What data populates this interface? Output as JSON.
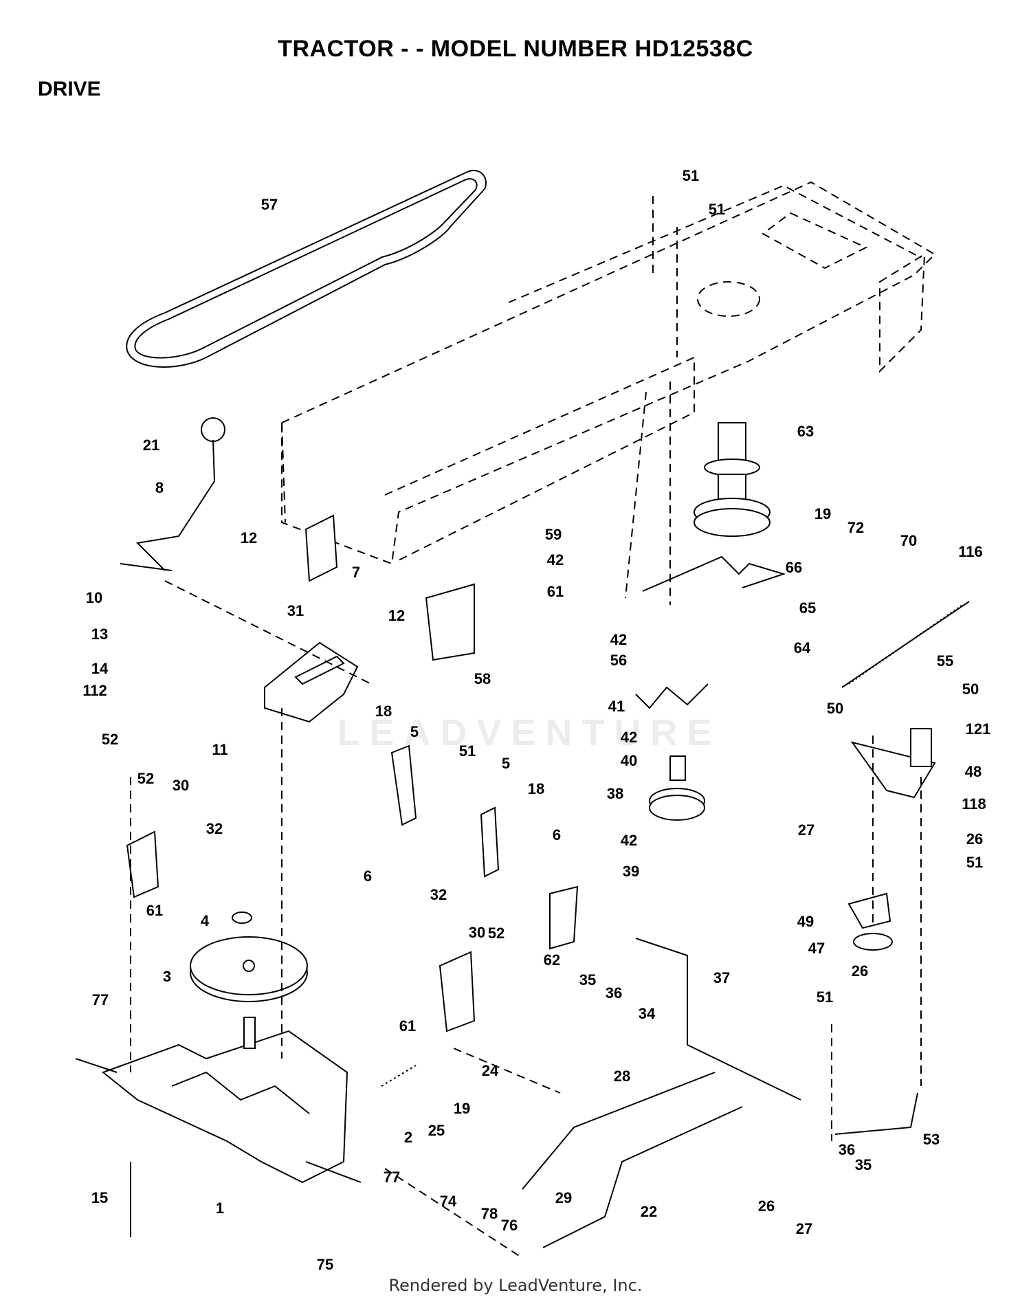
{
  "title": "TRACTOR - - MODEL NUMBER HD12538C",
  "section": "DRIVE",
  "footer": "Rendered by LeadVenture, Inc.",
  "watermark": "LEADVENTURE",
  "callouts": [
    "57",
    "51",
    "51",
    "21",
    "8",
    "12",
    "10",
    "31",
    "7",
    "13",
    "14",
    "112",
    "12",
    "58",
    "63",
    "19",
    "72",
    "70",
    "116",
    "59",
    "42",
    "61",
    "66",
    "42",
    "56",
    "65",
    "64",
    "55",
    "41",
    "42",
    "40",
    "38",
    "42",
    "39",
    "11",
    "18",
    "5",
    "51",
    "5",
    "18",
    "6",
    "6",
    "52",
    "52",
    "30",
    "32",
    "61",
    "4",
    "3",
    "62",
    "35",
    "36",
    "34",
    "37",
    "32",
    "30",
    "52",
    "61",
    "50",
    "50",
    "121",
    "48",
    "27",
    "118",
    "26",
    "51",
    "49",
    "47",
    "26",
    "51",
    "77",
    "24",
    "19",
    "25",
    "2",
    "28",
    "36",
    "35",
    "53",
    "77",
    "74",
    "15",
    "1",
    "29",
    "26",
    "22",
    "27",
    "78",
    "76",
    "75"
  ]
}
